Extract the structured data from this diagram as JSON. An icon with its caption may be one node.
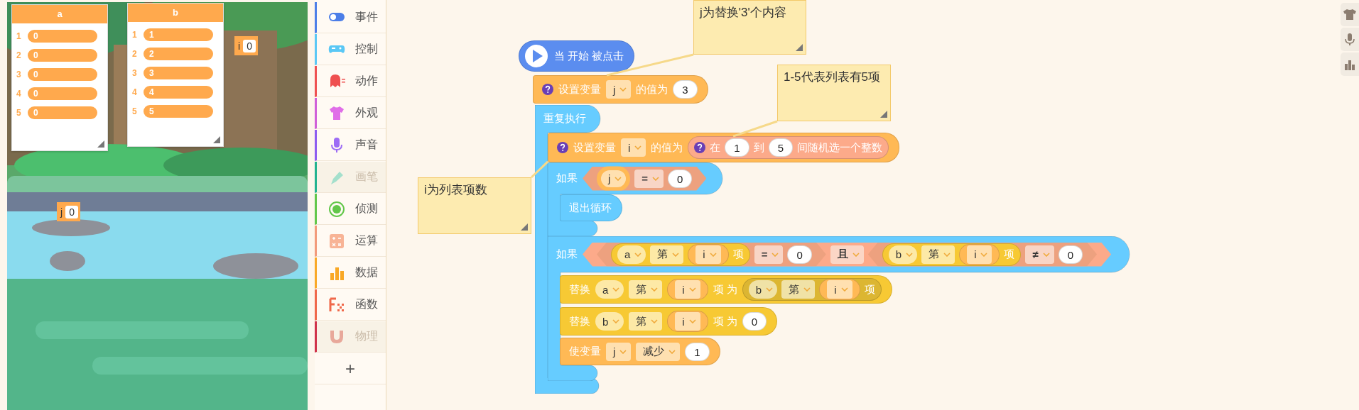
{
  "diagram": {
    "nodes": [
      {
        "text": [
          "a"
        ]
      },
      {
        "text": [
          "0"
        ],
        "in": 0,
        "beside": [
          "1"
        ]
      },
      {
        "text": [
          "0"
        ],
        "in": 0,
        "beside": [
          "2"
        ]
      },
      {
        "text": [
          "0"
        ],
        "in": 0,
        "beside": [
          "3"
        ]
      },
      {
        "text": [
          "0"
        ],
        "in": 0,
        "beside": [
          "4"
        ]
      },
      {
        "text": [
          "0"
        ],
        "in": 0,
        "beside": [
          "5"
        ]
      },
      {
        "text": [
          "b"
        ]
      },
      {
        "text": [
          "1"
        ],
        "in": 6,
        "beside": [
          "1"
        ]
      },
      {
        "text": [
          "2"
        ],
        "in": 6,
        "beside": [
          "2"
        ]
      },
      {
        "text": [
          "3"
        ],
        "in": 6,
        "beside": [
          "3"
        ]
      },
      {
        "text": [
          "4"
        ],
        "in": 6,
        "beside": [
          "4"
        ]
      },
      {
        "text": [
          "5"
        ],
        "in": 6,
        "beside": [
          "5"
        ]
      },
      {
        "text": [
          "i",
          "0"
        ]
      },
      {
        "text": [
          "j",
          "0"
        ]
      },
      {
        "text": [
          "j为替换'3'个内容"
        ]
      },
      {
        "text": [
          "1-5代表列表有5项"
        ]
      },
      {
        "text": [
          "i为列表项数"
        ]
      },
      {
        "text": [
          "当 开始 被点击"
        ]
      },
      {
        "text": [
          "设置变量",
          "j",
          "的值为",
          "3"
        ]
      },
      {
        "text": [
          "重复执行"
        ]
      },
      {
        "text": [
          "设置变量",
          "i",
          "的值为"
        ]
      },
      {
        "text": [
          "在",
          "1",
          "到",
          "5",
          "间随机选一个整数"
        ],
        "in": 20
      },
      {
        "text": [
          "如果"
        ]
      },
      {
        "text": [
          "j",
          "=",
          "0"
        ],
        "in": 22
      },
      {
        "text": [
          "退出循环"
        ],
        "in": 22
      },
      {
        "text": [
          "如果"
        ]
      },
      {
        "text": [
          "且"
        ],
        "in": 25
      },
      {
        "text": [
          "=",
          "0"
        ],
        "in": 26
      },
      {
        "text": [
          "a",
          "第",
          "项"
        ],
        "in": 27
      },
      {
        "text": [
          "i"
        ],
        "in": 28
      },
      {
        "text": [
          "≠",
          "0"
        ],
        "in": 26
      },
      {
        "text": [
          "b",
          "第",
          "项"
        ],
        "in": 30
      },
      {
        "text": [
          "i"
        ],
        "in": 31
      },
      {
        "text": [
          "替换",
          "a",
          "第",
          "项 为"
        ],
        "in": 25
      },
      {
        "text": [
          "i"
        ],
        "in": 33
      },
      {
        "text": [
          "b",
          "第",
          "项"
        ],
        "in": 33
      },
      {
        "text": [
          "i"
        ],
        "in": 35
      },
      {
        "text": [
          "替换",
          "b",
          "第",
          "项 为",
          "0"
        ],
        "in": 25
      },
      {
        "text": [
          "i"
        ],
        "in": 37
      },
      {
        "text": [
          "使变量",
          "j",
          "减少",
          "1"
        ],
        "in": 25
      }
    ],
    "edges": [
      {
        "from": 14,
        "to": 18,
        "arrow": "none"
      },
      {
        "from": 15,
        "to": 21,
        "arrow": "none"
      },
      {
        "from": 16,
        "to": 20,
        "arrow": "none"
      }
    ],
    "labels": [
      "事件",
      "控制",
      "动作",
      "外观",
      "声音",
      "画笔",
      "侦测",
      "运算",
      "数据",
      "函数",
      "物理",
      "+"
    ]
  }
}
